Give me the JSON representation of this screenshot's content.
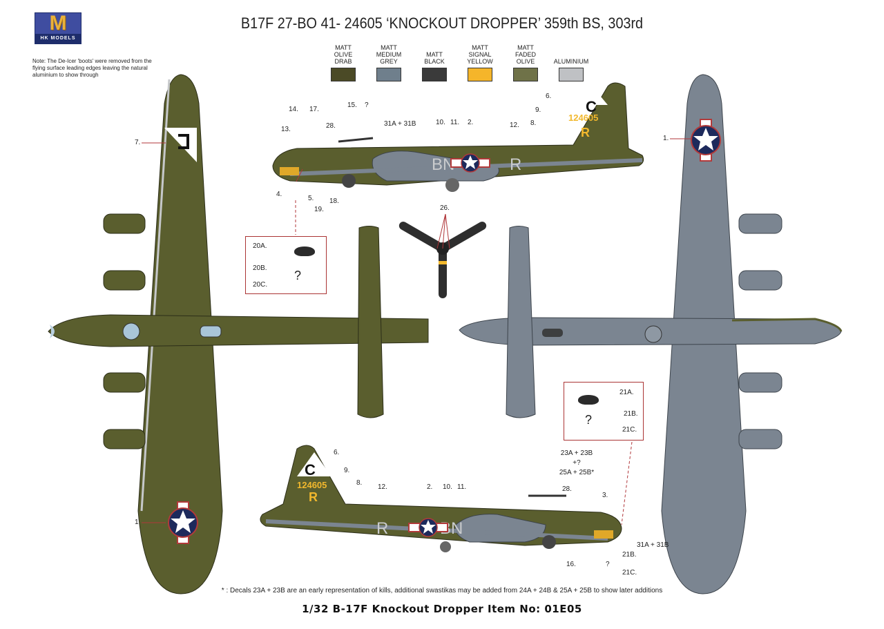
{
  "brand": {
    "logo_letter": "M",
    "logo_text": "HK MODELS"
  },
  "note": "Note: The De-Icer 'boots' were removed from the flying surface leading edges leaving the natural aluminium to show through",
  "title": "B17F 27-BO 41- 24605 ‘KNOCKOUT DROPPER’ 359th BS, 303rd",
  "paint_swatches": [
    {
      "label": "MATT OLIVE DRAB",
      "color": "#4b4a26"
    },
    {
      "label": "MATT MEDIUM GREY",
      "color": "#6f7f8c"
    },
    {
      "label": "MATT BLACK",
      "color": "#3a3a3a"
    },
    {
      "label": "MATT SIGNAL YELLOW",
      "color": "#f5b52a"
    },
    {
      "label": "MATT FADED OLIVE",
      "color": "#6f7248"
    },
    {
      "label": "ALUMINIUM",
      "color": "#bfc1c4"
    }
  ],
  "colors": {
    "olive": "#5a5e2e",
    "olive_dark": "#3f4220",
    "grey": "#7b8591",
    "grey_dark": "#5d6670",
    "roundel_blue": "#1d2a5c",
    "roundel_red": "#b23a3a",
    "yellow": "#f2b82d",
    "leader": "#b0363a"
  },
  "tail_marking": {
    "letter": "C",
    "serial": "124605",
    "call_letter": "R"
  },
  "fuselage_codes": {
    "squadron": "BN",
    "aircraft": "R"
  },
  "callouts": {
    "top_side": [
      "14.",
      "17.",
      "15.",
      "?",
      "31A + 31B",
      "13.",
      "28.",
      "10.",
      "11.",
      "2.",
      "12.",
      "6.",
      "9.",
      "8.",
      "4.",
      "5.",
      "19.",
      "18."
    ],
    "plan_top": [
      "7.",
      "1."
    ],
    "plan_bottom": [
      "1."
    ],
    "propeller": "26.",
    "bottom_side": [
      "6.",
      "9.",
      "8.",
      "12.",
      "2.",
      "10.",
      "11.",
      "28.",
      "3.",
      "16.",
      "31A + 31B",
      "21B.",
      "?",
      "21C."
    ],
    "kills_group": [
      "23A + 23B",
      "+?",
      "25A + 25B*"
    ]
  },
  "detail_boxes": [
    {
      "items": [
        "20A.",
        "20B.",
        "20C."
      ],
      "unknown": "?"
    },
    {
      "items": [
        "21A.",
        "21B.",
        "21C."
      ],
      "unknown": "?"
    }
  ],
  "footnote": "* : Decals 23A + 23B are an early representation of kills, additional swastikas may be added from 24A + 24B & 25A + 25B to show later additions",
  "item_line": "1/32 B-17F Knockout Dropper Item No: 01E05"
}
